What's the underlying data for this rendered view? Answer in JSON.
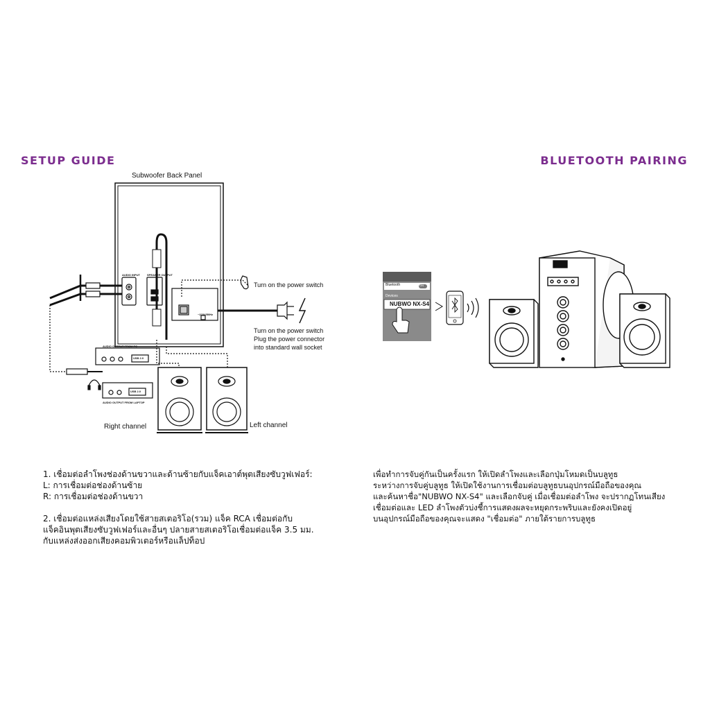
{
  "headings": {
    "setup": "SETUP GUIDE",
    "bluetooth": "BLUETOOTH PAIRING"
  },
  "setup_diagram": {
    "panel_title": "Subwoofer Back Panel",
    "power_label": "Turn on the power switch",
    "power_note_lines": [
      "Turn on the power switch",
      "Plug the power connector",
      "into standard wall socket"
    ],
    "pc_label": "AUDIO OUTPUT FROM PC",
    "laptop_label": "AUDIO OUTPUT FROM LAPTOP",
    "right_channel": "Right channel",
    "left_channel": "Left channel",
    "voltage": "~220V/50Hz",
    "audio_input": "AUDIO INPUT",
    "speaker_output": "SPEAKER OUTPUT",
    "usb_label": "USB 2.0"
  },
  "bluetooth_diagram": {
    "menu_title": "Bluetooth",
    "toggle": "ON",
    "devices_label": "Devices",
    "device_name": "NUBWO NX-S4"
  },
  "setup_text": [
    "1. เชื่อมต่อลำโพงช่องด้านขวาและด้านซ้ายกับแจ็คเอาต์พุตเสียงซับวูฟเฟอร์:",
    "L: การเชื่อมต่อช่องด้านซ้าย",
    "R: การเชื่อมต่อช่องด้านขวา",
    "",
    "2. เชื่อมต่อแหล่งเสียงโดยใช้สายสเตอริโอ(รวม) แจ็ค RCA เชื่อมต่อกับ",
    "แจ็คอินพุตเสียงซับวูฟเฟอร์และอื่นๆ ปลายสายสเตอริโอเชื่อมต่อแจ็ค 3.5 มม.",
    "กับแหล่งส่งออกเสียงคอมพิวเตอร์หรือแล็ปท็อป"
  ],
  "bluetooth_text": [
    "เพื่อทำการจับคู่กันเป็นครั้งแรก ให้เปิดลำโพงและเลือกปุ่มโหมดเป็นบลูทูธ",
    "ระหว่างการจับคู่บลูทูธ ให้เปิดใช้งานการเชื่อมต่อบลูทูธบนอุปกรณ์มือถือของคุณ",
    "และค้นหาชื่อ\"NUBWO NX-S4\" และเลือกจับคู่ เมื่อเชื่อมต่อลำโพง จะปรากฏโทนเสียง",
    "เชื่อมต่อและ LED ลำโพงตัวบ่งชี้การแสดงผลจะหยุดกระพริบและยังคงเปิดอยู่",
    "บนอุปกรณ์มือถือของคุณจะแสดง \"เชื่อมต่อ\" ภายใต้รายการบลูทูธ"
  ]
}
